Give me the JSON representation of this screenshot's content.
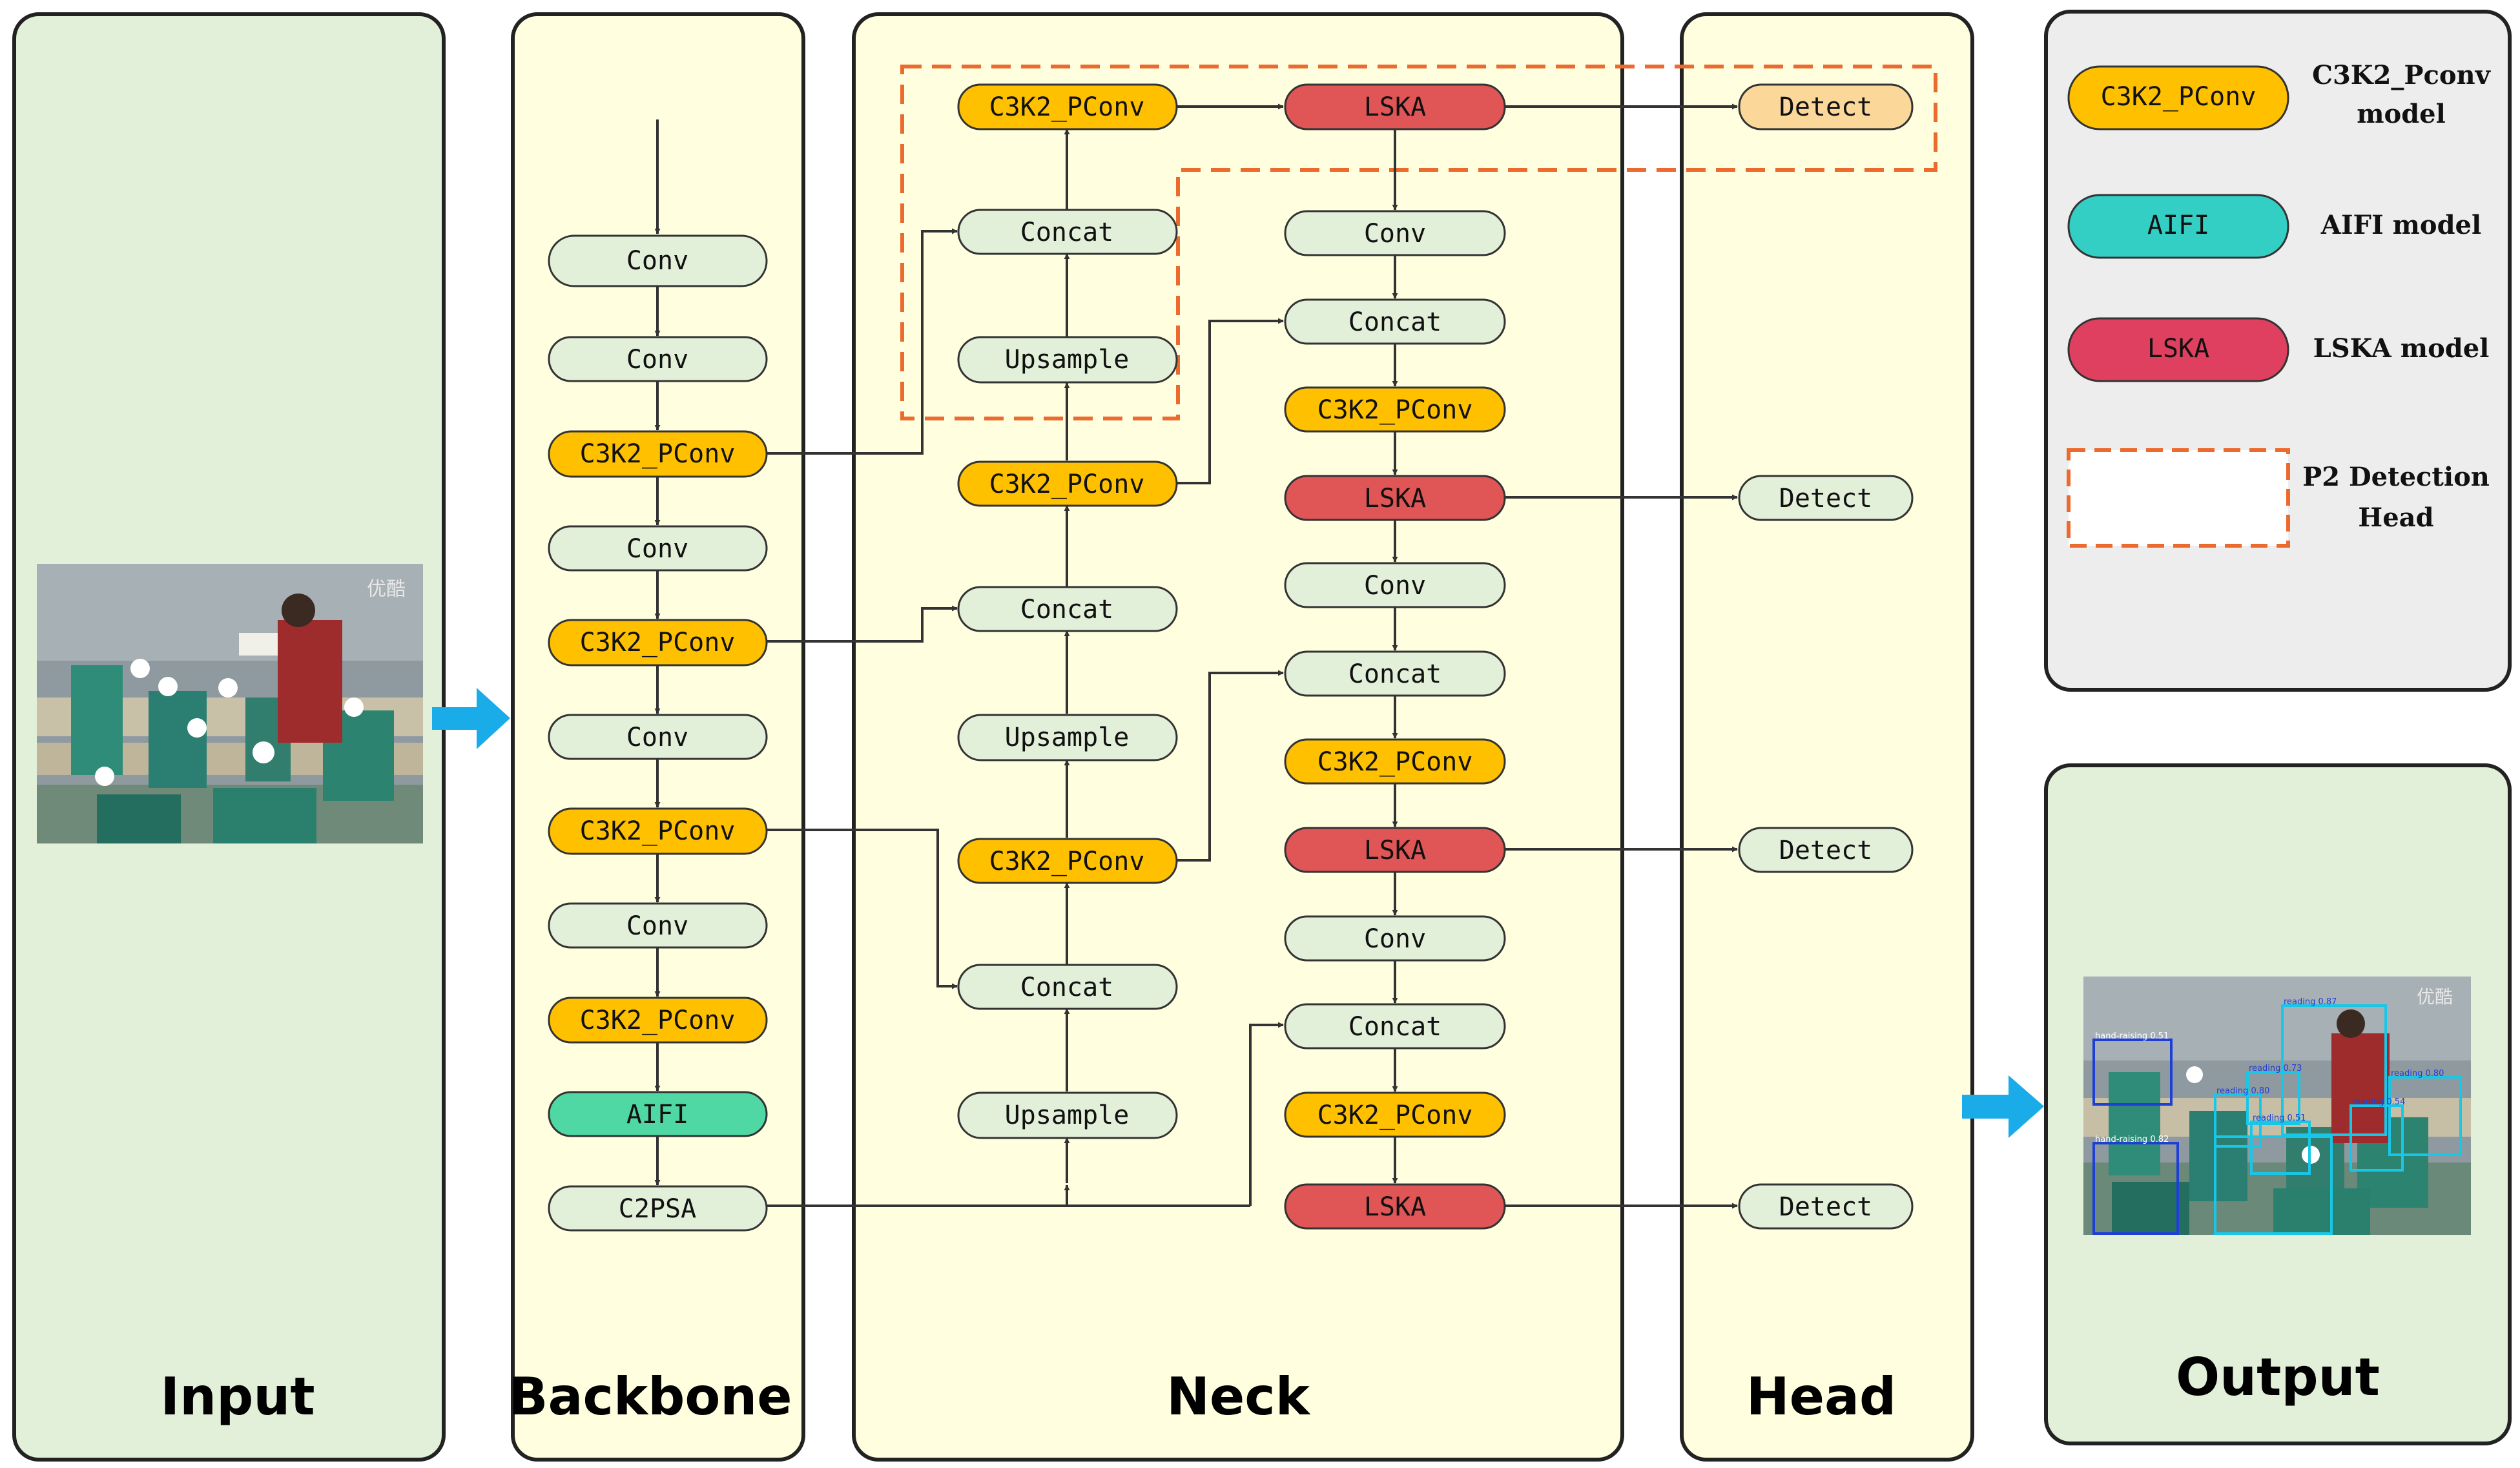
{
  "panels": {
    "input": "Input",
    "backbone": "Backbone",
    "neck": "Neck",
    "head": "Head",
    "output": "Output"
  },
  "backbone": {
    "conv1": "Conv",
    "conv2": "Conv",
    "c3k2_1": "C3K2_PConv",
    "conv3": "Conv",
    "c3k2_2": "C3K2_PConv",
    "conv4": "Conv",
    "c3k2_3": "C3K2_PConv",
    "conv5": "Conv",
    "c3k2_4": "C3K2_PConv",
    "aifi": "AIFI",
    "c2psa": "C2PSA"
  },
  "neck_left": {
    "c3k2_top": "C3K2_PConv",
    "concat_top": "Concat",
    "upsample_top": "Upsample",
    "c3k2_2": "C3K2_PConv",
    "concat_2": "Concat",
    "upsample_2": "Upsample",
    "c3k2_3": "C3K2_PConv",
    "concat_3": "Concat",
    "upsample_3": "Upsample"
  },
  "neck_right": {
    "lska_1": "LSKA",
    "conv_1": "Conv",
    "concat_1": "Concat",
    "c3k2_1": "C3K2_PConv",
    "lska_2": "LSKA",
    "conv_2": "Conv",
    "concat_2": "Concat",
    "c3k2_2": "C3K2_PConv",
    "lska_3": "LSKA",
    "conv_3": "Conv",
    "concat_3": "Concat",
    "c3k2_3": "C3K2_PConv",
    "lska_4": "LSKA"
  },
  "head": {
    "detect_1": "Detect",
    "detect_2": "Detect",
    "detect_3": "Detect",
    "detect_4": "Detect"
  },
  "legend": {
    "c3k2_swatch": "C3K2_PConv",
    "c3k2_desc_1": "C3K2_Pconv",
    "c3k2_desc_2": "model",
    "aifi_swatch": "AIFI",
    "aifi_desc": "AIFI model",
    "lska_swatch": "LSKA",
    "lska_desc": "LSKA model",
    "p2_desc_1": "P2 Detection",
    "p2_desc_2": "Head"
  },
  "output_labels": {
    "l1": "hand-raising 0.51",
    "l2": "reading 0.87",
    "l3": "reading 0.73",
    "l4": "reading 0.80",
    "l5": "reading 0.80",
    "l6": "reading 0.51",
    "l7": "reading 0.54",
    "l8": "hand-raising 0.82"
  },
  "watermark": "优酷",
  "colors": {
    "panel_green": "#e2efd9",
    "panel_yellow": "#ffffe0",
    "panel_gray": "#ededed",
    "node_default": "#e2efd9",
    "c3k2": "#ffc000",
    "lska": "#e05555",
    "lska_legend": "#e0405f",
    "aifi": "#50d8a4",
    "aifi_legend": "#33cfc5",
    "detect_highlight": "#fbd89a",
    "p2_dashed": "#ec6a2e",
    "input_arrow": "#1aace8"
  }
}
